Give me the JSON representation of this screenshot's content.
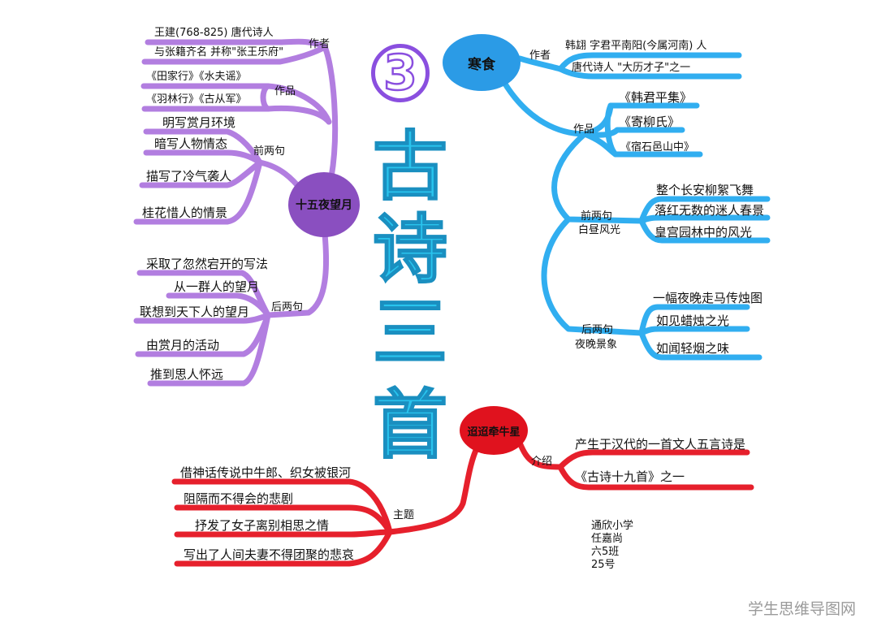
{
  "title": {
    "number": "3",
    "chars": [
      "古",
      "诗",
      "三",
      "首"
    ]
  },
  "hubs": {
    "hanshi": "寒食",
    "shiwuye": "十五夜望月",
    "tiaotiao": "迢迢牵牛星"
  },
  "shiwuye": {
    "zuozhe": "作者",
    "author_line1": "王建(768-825) 唐代诗人",
    "author_line2": "与张籍齐名  并称\"张王乐府\"",
    "zuopin": "作品",
    "works_line1": "《田家行》《水夫谣》",
    "works_line2": "《羽林行》《古从军》",
    "qianliangju": "前两句",
    "q_items": [
      "明写赏月环境",
      "暗写人物情态",
      "描写了冷气袭人",
      "桂花惜人的情景"
    ],
    "houliangju": "后两句",
    "h_items": [
      "采取了忽然宕开的写法",
      "从一群人的望月",
      "联想到天下人的望月",
      "由赏月的活动",
      "推到思人怀远"
    ]
  },
  "hanshi": {
    "zuozhe": "作者",
    "author_line1": "韩翃 字君平南阳(今属河南) 人",
    "author_line2": "唐代诗人  \"大历才子\"之一",
    "zuopin": "作品",
    "works": [
      "《韩君平集》",
      "《寄柳氏》",
      "《宿石邑山中》"
    ],
    "qian_label1": "前两句",
    "qian_label2": "白昼风光",
    "q_items": [
      "整个长安柳絮飞舞",
      "落红无数的迷人春景",
      "皇宫园林中的风光"
    ],
    "hou_label1": "后两句",
    "hou_label2": "夜晚景象",
    "h_items": [
      "一幅夜晚走马传烛图",
      "如见蜡烛之光",
      "如闻轻烟之味"
    ]
  },
  "tiaotiao": {
    "jieshao": "介绍",
    "j_line1": "产生于汉代的一首文人五言诗是",
    "j_line2": "《古诗十九首》之一",
    "zhuti": "主题",
    "z_items": [
      "借神话传说中牛郎、织女被银河",
      "阻隔而不得会的悲剧",
      "抒发了女子离别相思之情",
      "写出了人间夫妻不得团聚的悲哀"
    ]
  },
  "signature": [
    "通欣小学",
    "任嘉尚",
    "六5班",
    "25号"
  ],
  "watermark": "学生思维导图网",
  "colors": {
    "purple": "#b27ee0",
    "purple_hub": "#8a4fc0",
    "blue": "#31aef0",
    "blue_hub": "#2b9be6",
    "red": "#e6202c",
    "red_hub": "#e0121e",
    "title_blue": "#29c4ee"
  }
}
